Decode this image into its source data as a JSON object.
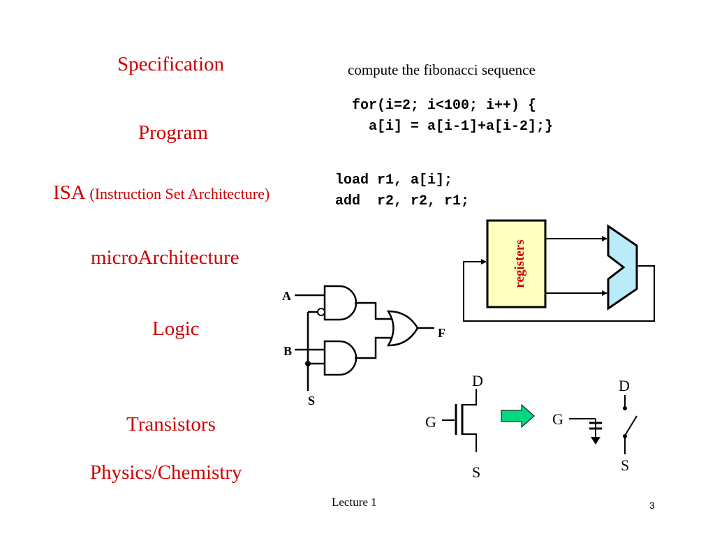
{
  "levels": {
    "specification": "Specification",
    "program": "Program",
    "isa": "ISA",
    "isa_sub": "(Instruction Set Architecture)",
    "microarchitecture": "microArchitecture",
    "logic": "Logic",
    "transistors": "Transistors",
    "physics": "Physics/Chemistry"
  },
  "specification_text": "compute the fibonacci sequence",
  "program_code": [
    "for(i=2; i<100; i++) {",
    "  a[i] = a[i-1]+a[i-2];}"
  ],
  "isa_code": [
    "load r1, a[i];",
    "add  r2, r2, r1;"
  ],
  "micro": {
    "registers_label": "registers"
  },
  "logic_labels": {
    "a": "A",
    "b": "B",
    "s": "S",
    "f": "F"
  },
  "transistor_labels": {
    "d": "D",
    "g": "G",
    "s": "S"
  },
  "switch_labels": {
    "d": "D",
    "g": "G",
    "s": "S"
  },
  "footer": {
    "lecture": "Lecture 1",
    "page": "3"
  },
  "colors": {
    "level_red": "#cc0000",
    "register_fill": "#ffffc0",
    "alu_fill": "#b9ecf8",
    "arrow_fill": "#00d880"
  }
}
